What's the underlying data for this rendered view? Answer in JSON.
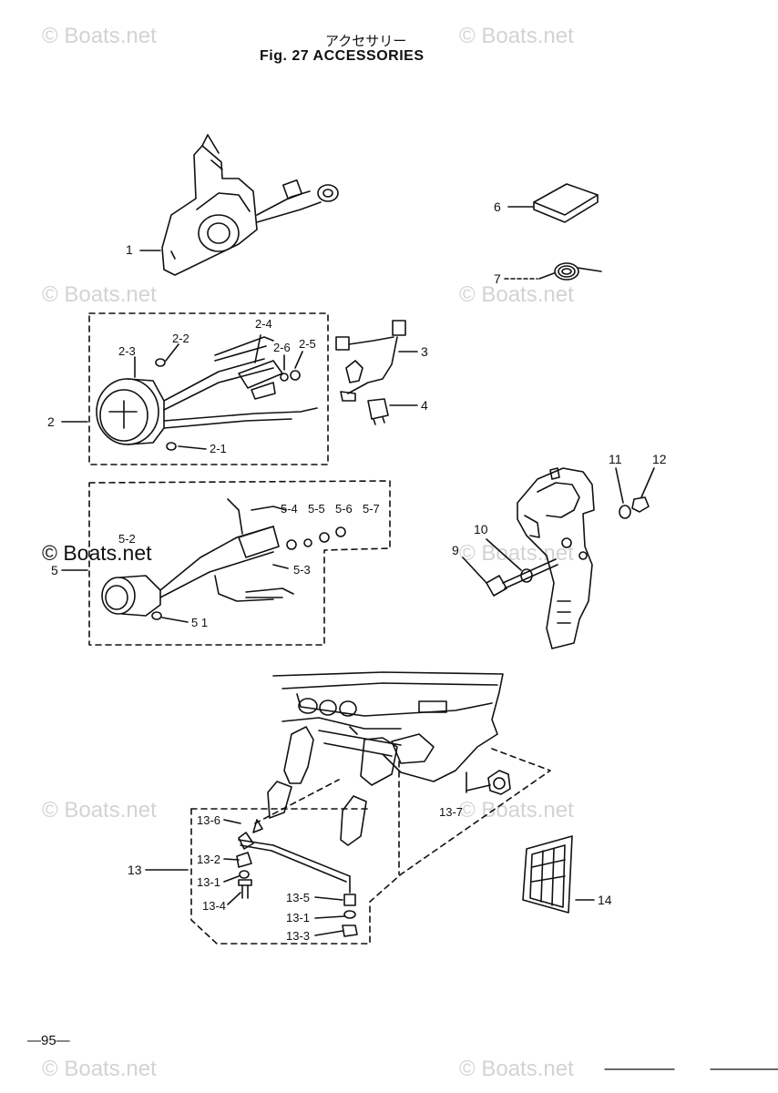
{
  "header": {
    "title_jp": "アクセサリー",
    "title_en": "Fig. 27   ACCESSORIES"
  },
  "watermark": {
    "text": "© Boats.net"
  },
  "callouts": {
    "c1": "1",
    "c2": "2",
    "c2_1": "2-1",
    "c2_2": "2-2",
    "c2_3": "2-3",
    "c2_4": "2-4",
    "c2_5": "2-5",
    "c2_6": "2-6",
    "c3": "3",
    "c4": "4",
    "c5": "5",
    "c5_1": "5 1",
    "c5_2": "5-2",
    "c5_3": "5-3",
    "c5_4": "5-4",
    "c5_5": "5-5",
    "c5_6": "5-6",
    "c5_7": "5-7",
    "c6": "6",
    "c7": "7",
    "c9": "9",
    "c10": "10",
    "c11": "11",
    "c12": "12",
    "c13": "13",
    "c13_1a": "13-1",
    "c13_1b": "13-1",
    "c13_2": "13-2",
    "c13_3": "13-3",
    "c13_4": "13-4",
    "c13_5": "13-5",
    "c13_6": "13-6",
    "c13_7": "13-7",
    "c14": "14"
  },
  "footer": {
    "page_number": "—95—"
  }
}
